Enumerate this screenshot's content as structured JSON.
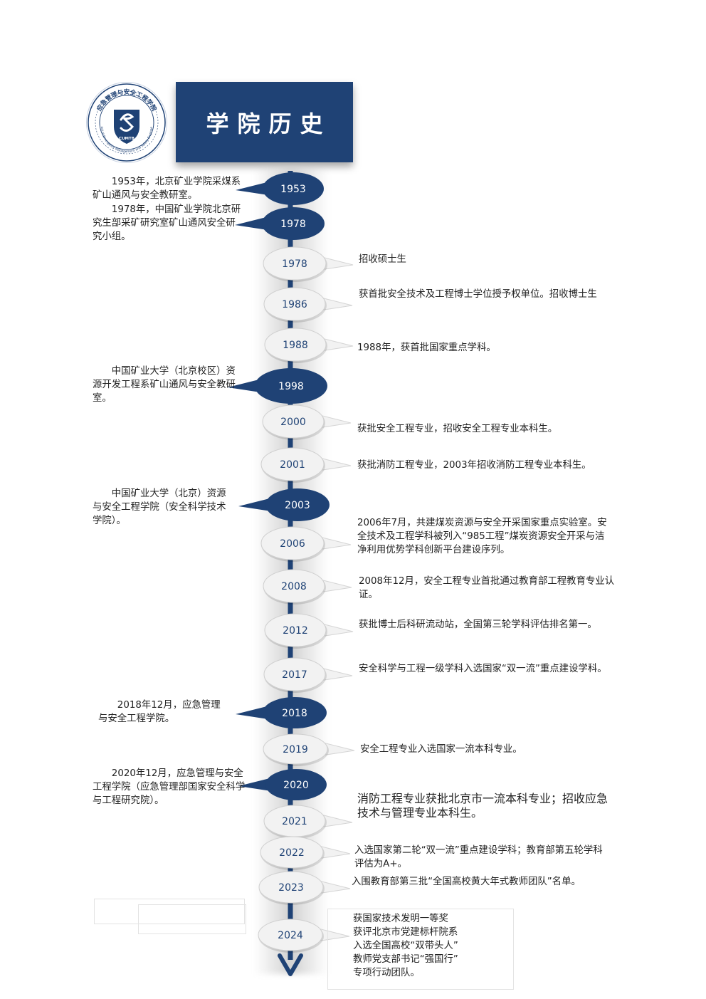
{
  "page_title": "学院历史",
  "logo": {
    "ring_text": "应急管理与安全工程学院",
    "ring_text_en": "School of Emergency Management and Safety Engineering",
    "badge_text": "CUMTB",
    "color": "#1f4275"
  },
  "colors": {
    "dark": "#1f4275",
    "light_fill": "#f2f2f2",
    "light_text": "#1f4275",
    "dark_text": "#ffffff"
  },
  "timeline": [
    {
      "year": "1953",
      "side": "left",
      "style": "dark",
      "text": "1953年，北京矿业学院采煤系矿山通风与安全教研室。"
    },
    {
      "year": "1978",
      "side": "left",
      "style": "dark",
      "text": "1978年，中国矿业学院北京研究生部采矿研究室矿山通风安全研究小组。"
    },
    {
      "year": "1978",
      "side": "right",
      "style": "light",
      "text": "招收硕士生"
    },
    {
      "year": "1986",
      "side": "right",
      "style": "light",
      "text": "获首批安全技术及工程博士学位授予权单位。招收博士生"
    },
    {
      "year": "1988",
      "side": "right",
      "style": "light",
      "text": "1988年，获首批国家重点学科。"
    },
    {
      "year": "1998",
      "side": "left",
      "style": "dark",
      "text": "中国矿业大学（北京校区）资源开发工程系矿山通风与安全教研室。"
    },
    {
      "year": "2000",
      "side": "right",
      "style": "light",
      "text": "获批安全工程专业，招收安全工程专业本科生。"
    },
    {
      "year": "2001",
      "side": "right",
      "style": "light",
      "text": "获批消防工程专业，2003年招收消防工程专业本科生。"
    },
    {
      "year": "2003",
      "side": "left",
      "style": "dark",
      "text": "中国矿业大学（北京）资源与安全工程学院（安全科学技术学院）。"
    },
    {
      "year": "2006",
      "side": "right",
      "style": "light",
      "text": "2006年7月，共建煤炭资源与安全开采国家重点实验室。安全技术及工程学科被列入“985工程”煤炭资源安全开采与洁净利用优势学科创新平台建设序列。"
    },
    {
      "year": "2008",
      "side": "right",
      "style": "light",
      "text": "2008年12月，安全工程专业首批通过教育部工程教育专业认证。"
    },
    {
      "year": "2012",
      "side": "right",
      "style": "light",
      "text": "获批博士后科研流动站，全国第三轮学科评估排名第一。"
    },
    {
      "year": "2017",
      "side": "right",
      "style": "light",
      "text": "安全科学与工程一级学科入选国家“双一流”重点建设学科。"
    },
    {
      "year": "2018",
      "side": "left",
      "style": "dark",
      "text": "2018年12月，应急管理与安全工程学院。"
    },
    {
      "year": "2019",
      "side": "right",
      "style": "light",
      "text": "安全工程专业入选国家一流本科专业。"
    },
    {
      "year": "2020",
      "side": "left",
      "style": "dark",
      "text": "2020年12月，应急管理与安全工程学院（应急管理部国家安全科学与工程研究院）。"
    },
    {
      "year": "2021",
      "side": "right",
      "style": "light",
      "text": "消防工程专业获批北京市一流本科专业；招收应急技术与管理专业本科生。"
    },
    {
      "year": "2022",
      "side": "right",
      "style": "light",
      "text": "入选国家第二轮“双一流”重点建设学科；教育部第五轮学科评估为A+。"
    },
    {
      "year": "2023",
      "side": "right",
      "style": "light",
      "text": "入围教育部第三批“全国高校黄大年式教师团队”名单。"
    },
    {
      "year": "2024",
      "side": "right",
      "style": "light",
      "lines": [
        "获国家技术发明一等奖",
        "获评北京市党建标杆院系",
        "入选全国高校“双带头人”",
        "教师党支部书记“强国行”",
        "专项行动团队。"
      ]
    }
  ]
}
